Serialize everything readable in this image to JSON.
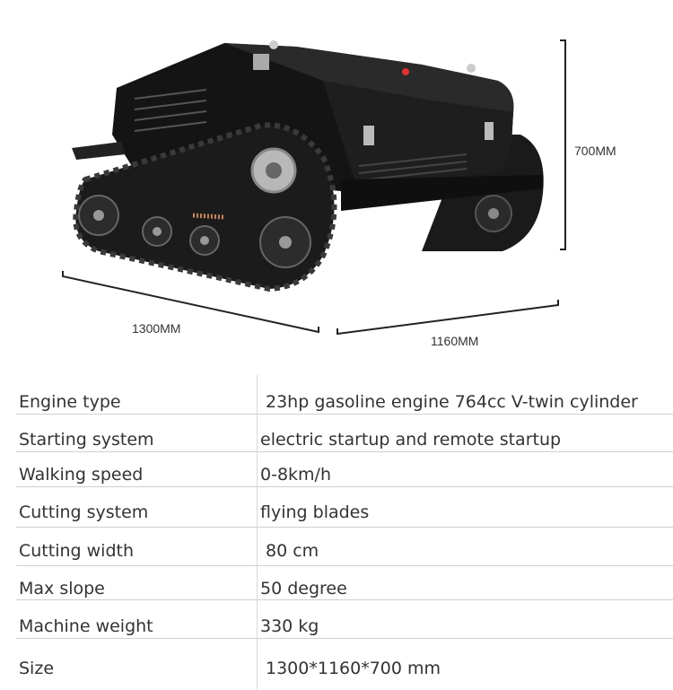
{
  "dimensions": {
    "length": "1300MM",
    "width": "1160MM",
    "height": "700MM"
  },
  "specs": [
    {
      "label": "Engine type",
      "value": "23hp gasoline engine 764cc V-twin cylinder"
    },
    {
      "label": "Starting system",
      "value": "electric startup and remote startup"
    },
    {
      "label": "Walking speed",
      "value": "0-8km/h"
    },
    {
      "label": "Cutting system",
      "value": "flying blades"
    },
    {
      "label": "Cutting width",
      "value": "80 cm"
    },
    {
      "label": "Max slope",
      "value": "50 degree"
    },
    {
      "label": "Machine weight",
      "value": "330 kg"
    },
    {
      "label": "Size",
      "value": "1300*1160*700 mm"
    }
  ]
}
